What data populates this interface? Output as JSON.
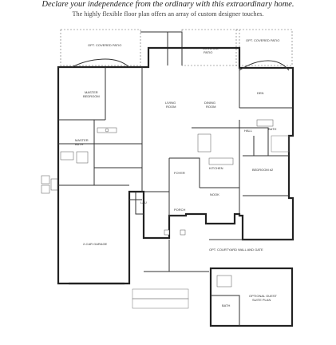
{
  "header": {
    "headline": "Declare your independence from the ordinary with this extraordinary home.",
    "subhead": "The highly flexible floor plan offers an array of custom designer touches."
  },
  "rooms": {
    "opt_covered_patio_left": "OPT. COVERED PATIO",
    "covered_patio": "COVERED",
    "covered_patio_2": "PATIO",
    "opt_covered_patio_right": "OPT. COVERED PATIO",
    "master_bedroom": "MASTER",
    "master_bedroom_2": "BEDROOM",
    "living_room": "LIVING",
    "living_room_2": "ROOM",
    "dining_room": "DINING",
    "dining_room_2": "ROOM",
    "den": "DEN",
    "master_bath": "MASTER",
    "master_bath_2": "BATH",
    "hall": "HALL",
    "bath": "BATH",
    "foyer": "FOYER",
    "kitchen": "KITCHEN",
    "bedroom_2": "BEDROOM #2",
    "nook": "NOOK",
    "porch": "PORCH",
    "garage": "2-CAR GARAGE",
    "courtyard_wall": "OPT. COURTYARD WALL AND GATE",
    "guest_suite": "OPTIONAL GUEST",
    "guest_suite_2": "SUITE PLAN",
    "guest_bath": "BATH",
    "laundry": "LAU"
  },
  "colors": {
    "wall": "#222222",
    "paper": "#ffffff"
  }
}
